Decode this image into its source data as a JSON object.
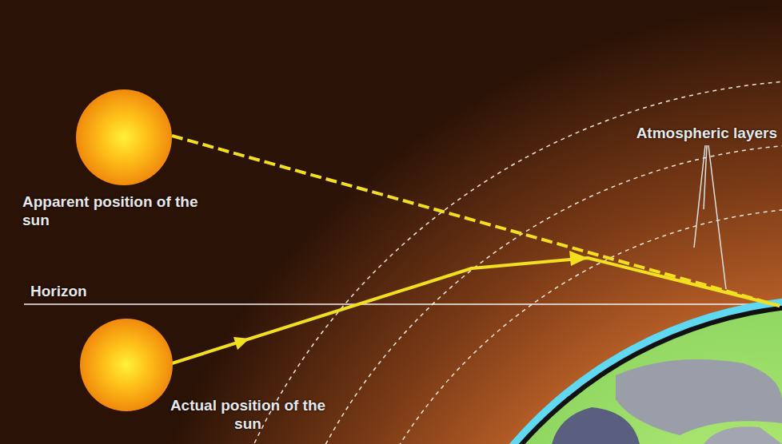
{
  "diagram": {
    "labels": [
      "Apparent position of the sun",
      "Atmospheric layers",
      "Horizon",
      "Actual position of the sun"
    ]
  }
}
